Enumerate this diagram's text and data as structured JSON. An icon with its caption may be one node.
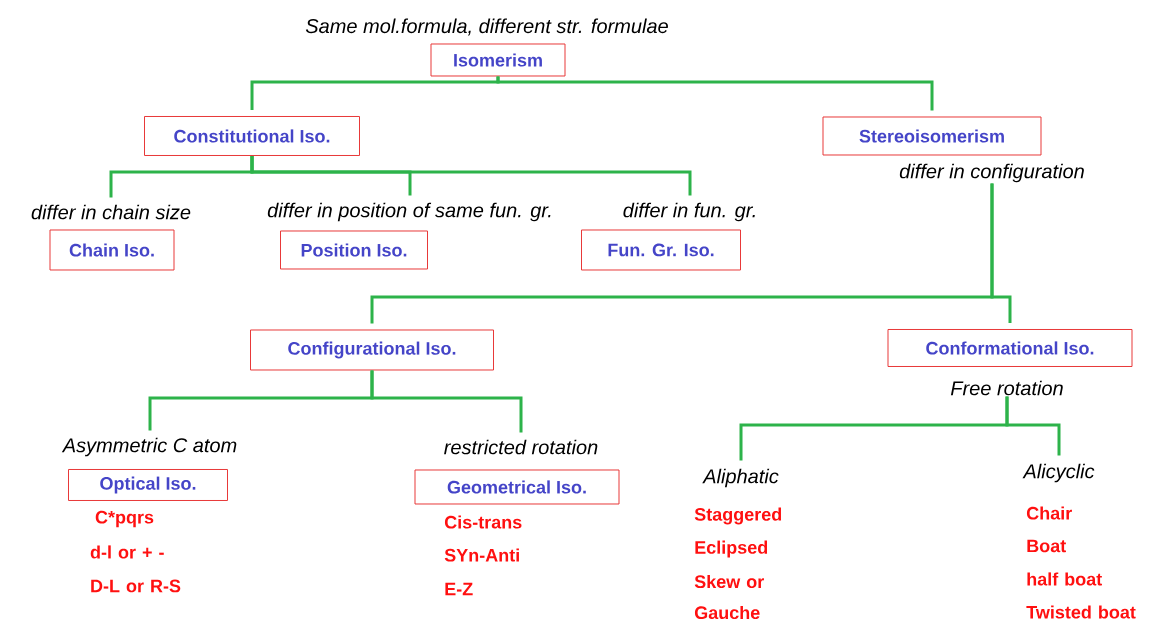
{
  "diagram": {
    "nodes": [
      {
        "text": [
          "Isomerism"
        ],
        "beside": [
          "Same mol.formula, different str. formulae"
        ]
      },
      {
        "text": [
          "Constitutional Iso."
        ]
      },
      {
        "text": [
          "Stereoisomerism"
        ],
        "beside": [
          "differ in configuration"
        ]
      },
      {
        "text": [
          "Chain Iso."
        ],
        "beside": [
          "differ in chain size"
        ]
      },
      {
        "text": [
          "Position Iso."
        ],
        "beside": [
          "differ in position of same fun. gr."
        ]
      },
      {
        "text": [
          "Fun. Gr. Iso."
        ],
        "beside": [
          "differ in fun. gr."
        ]
      },
      {
        "text": [
          "Configurational Iso."
        ]
      },
      {
        "text": [
          "Conformational Iso."
        ],
        "beside": [
          "Free rotation"
        ]
      },
      {
        "text": [
          "Optical Iso."
        ],
        "beside": [
          "Asymmetric C atom",
          "C*pqrs",
          "d-l  or +  -",
          "D-L  or R-S"
        ]
      },
      {
        "text": [
          "Geometrical Iso."
        ],
        "beside": [
          "restricted rotation",
          "Cis-trans",
          "SYn-Anti",
          "E-Z"
        ]
      },
      {
        "text": [
          "Aliphatic"
        ],
        "beside": [
          "Staggered",
          "Eclipsed",
          "Skew or Gauche"
        ]
      },
      {
        "text": [
          "Alicyclic"
        ],
        "beside": [
          "Chair",
          "Boat",
          "half boat",
          "Twisted boat"
        ]
      }
    ],
    "edges": [
      {
        "from": 0,
        "to": 1,
        "arrow": "none"
      },
      {
        "from": 0,
        "to": 2,
        "arrow": "none"
      },
      {
        "from": 1,
        "to": 3,
        "arrow": "none"
      },
      {
        "from": 1,
        "to": 4,
        "arrow": "none"
      },
      {
        "from": 1,
        "to": 5,
        "arrow": "none"
      },
      {
        "from": 2,
        "to": 6,
        "arrow": "none"
      },
      {
        "from": 2,
        "to": 7,
        "arrow": "none"
      },
      {
        "from": 6,
        "to": 8,
        "arrow": "none"
      },
      {
        "from": 6,
        "to": 9,
        "arrow": "none"
      },
      {
        "from": 7,
        "to": 10,
        "arrow": "none"
      },
      {
        "from": 7,
        "to": 11,
        "arrow": "none"
      }
    ]
  }
}
